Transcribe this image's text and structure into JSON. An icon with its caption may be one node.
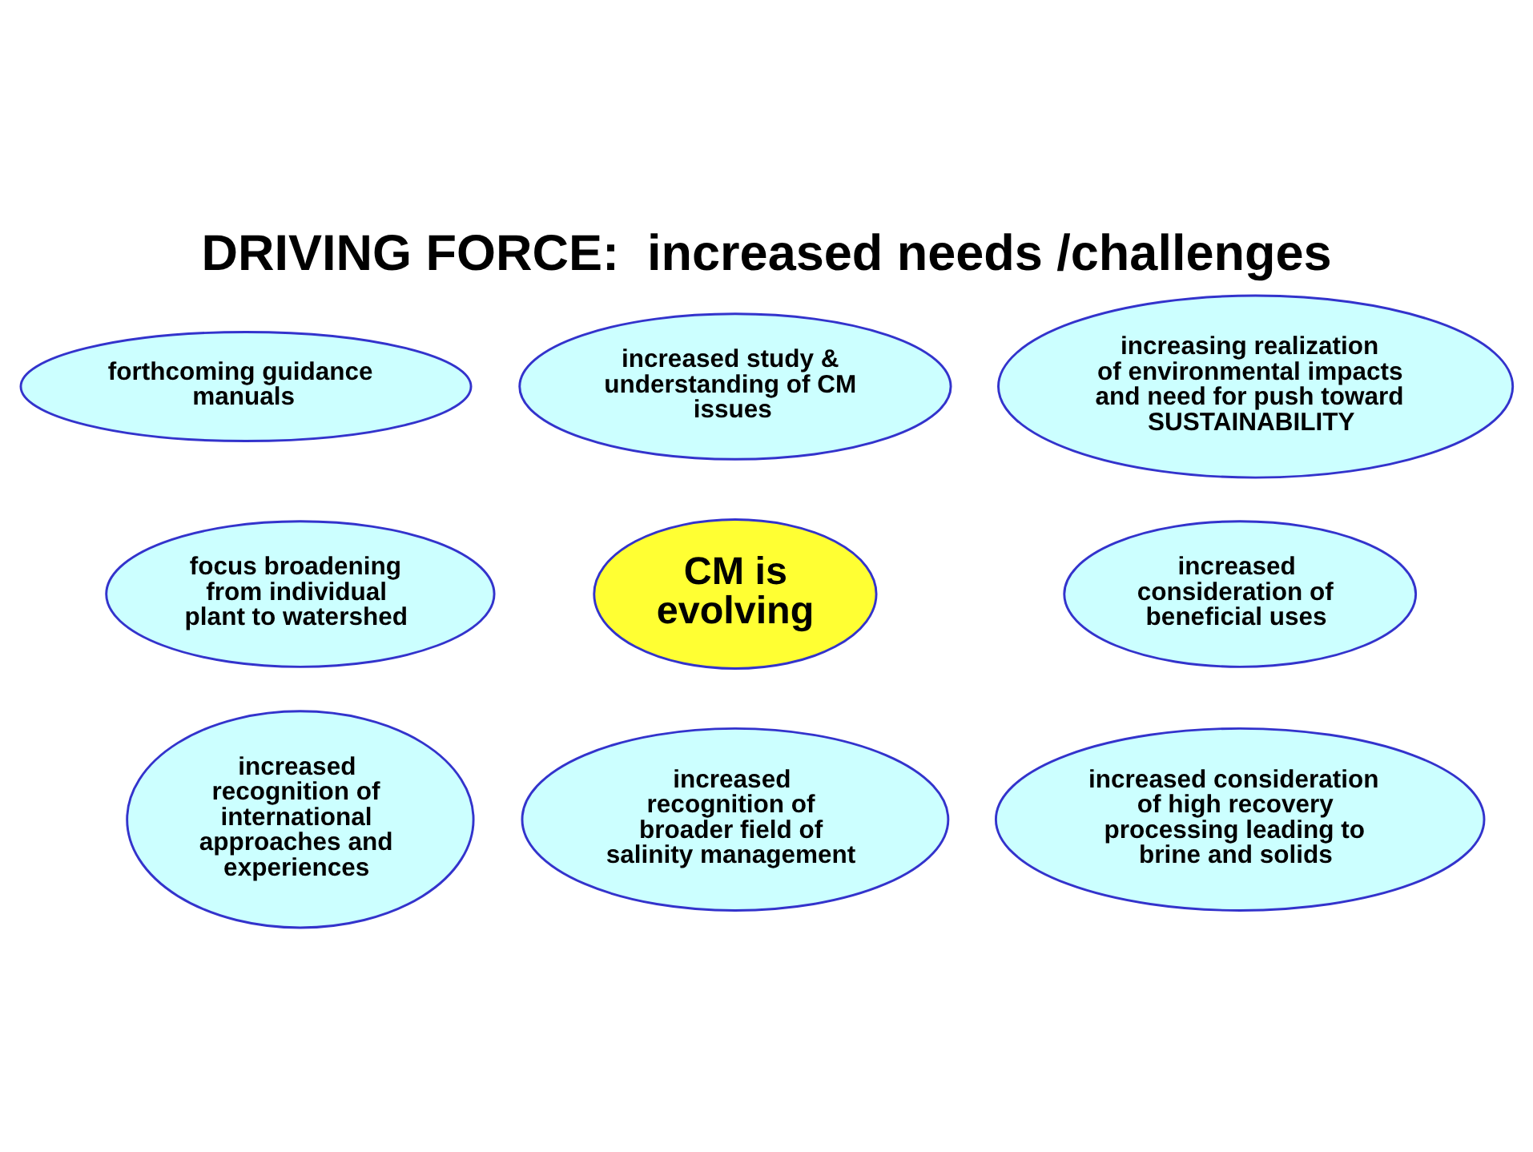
{
  "diagram": {
    "title": "DRIVING FORCE:  increased needs /challenges",
    "nodes": [
      {
        "text": [
          "forthcoming guidance manuals"
        ]
      },
      {
        "text": [
          "increased study & understanding of CM issues"
        ]
      },
      {
        "text": [
          "increasing realization of environmental impacts and need for push toward SUSTAINABILITY"
        ]
      },
      {
        "text": [
          "focus broadening from individual plant to watershed"
        ]
      },
      {
        "text": [
          "CM is evolving"
        ]
      },
      {
        "text": [
          "increased consideration of beneficial uses"
        ]
      },
      {
        "text": [
          "increased recognition of international approaches and experiences"
        ]
      },
      {
        "text": [
          "increased consideration of high recovery processing leading to brine and solids"
        ]
      },
      {
        "text": [
          "increased recognition of broader field of salinity management"
        ]
      }
    ],
    "edges": []
  }
}
